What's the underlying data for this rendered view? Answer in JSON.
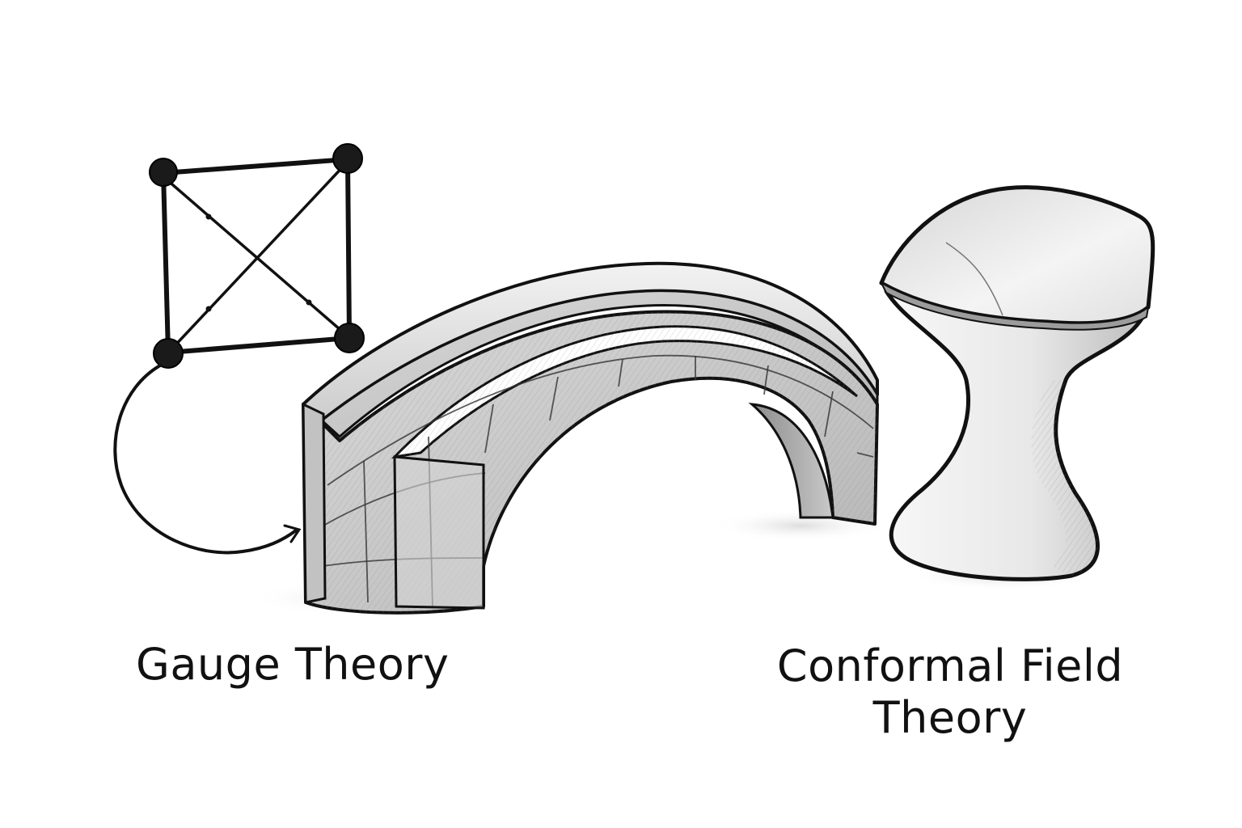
{
  "labels": {
    "left": "Gauge Theory",
    "right_line1": "Conformal Field",
    "right_line2": "Theory"
  },
  "colors": {
    "ink": "#111111",
    "paper": "#ffffff",
    "stone_light": "#ececec",
    "stone_mid": "#cfcfcf",
    "stone_dark": "#9a9a9a"
  },
  "icons": {
    "lattice": "square-lattice-with-diagonals",
    "loop": "wilson-loop-arrow",
    "bridge": "stone-arch-bridge",
    "surface": "hyperboloid-saddle-surface"
  }
}
